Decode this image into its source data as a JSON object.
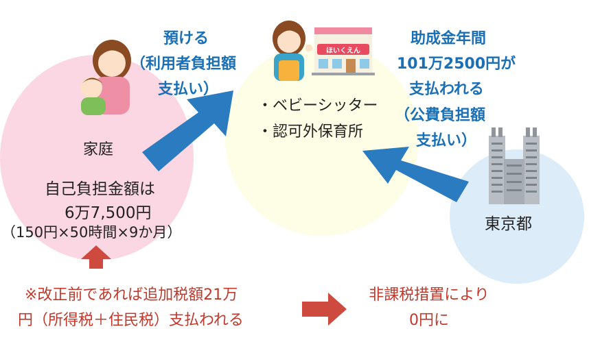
{
  "colors": {
    "family_circle": "#fbd7e4",
    "sitter_circle": "#fefde6",
    "tokyo_circle": "#dcecf9",
    "arrow_blue": "#2a7bc0",
    "arrow_red": "#cf4a3e",
    "text_blue": "#1a6fb7",
    "text_red": "#c0392b"
  },
  "family": {
    "label": "家庭",
    "self_pay_line1": "自己負担金額は",
    "self_pay_line2": "6万7,500円",
    "self_pay_calc": "（150円×50時間×9か月）"
  },
  "sitter": {
    "item1": "・ベビーシッター",
    "item2": "・認可外保育所",
    "sign": "ほいくえん"
  },
  "tokyo": {
    "label": "東京都"
  },
  "left_arrow_note": {
    "line1": "預ける",
    "line2": "（利用者負担額",
    "line3": "支払い）"
  },
  "right_arrow_note": {
    "line1": "助成金年間",
    "line2": "101万2500円が",
    "line3": "支払われる",
    "line4": "（公費負担額",
    "line5": "支払い）"
  },
  "tax_note": {
    "line1": "※改正前であれば追加税額21万",
    "line2": "円（所得税＋住民税）支払われる"
  },
  "result_note": {
    "line1": "非課税措置により",
    "line2": "0円に"
  },
  "icons": [
    "mother-child-icon",
    "nursery-teacher-icon",
    "nursery-building-icon",
    "government-building-icon"
  ]
}
